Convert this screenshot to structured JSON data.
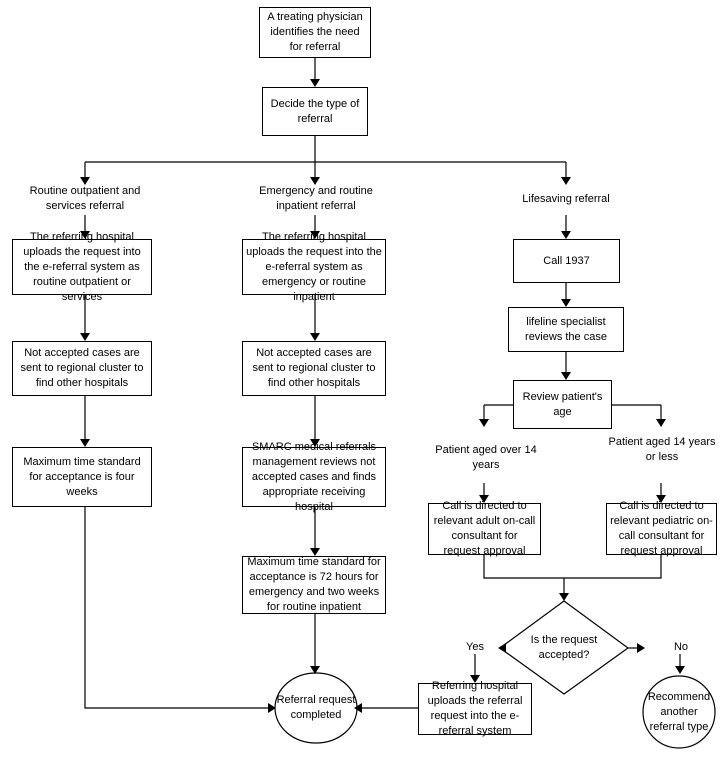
{
  "nodes": {
    "start": "A treating physician identifies the need for referral",
    "decide_type": "Decide the type of referral",
    "branch_routine": "Routine outpatient and services referral",
    "branch_emergency": "Emergency and routine inpatient referral",
    "branch_lifesaving": "Lifesaving referral",
    "routine_upload": "The referring hospital uploads the request into the e-referral system as routine outpatient or services",
    "routine_not_accepted": "Not accepted cases are sent to regional cluster to find other hospitals",
    "routine_max_time": "Maximum time standard for acceptance is four weeks",
    "emergency_upload": "The referring hospital uploads the request into the e-referral system as emergency or routine inpatient",
    "emergency_not_accepted": "Not accepted cases are sent to regional cluster to find other hospitals",
    "smarc_review": "SMARC medical referrals management reviews not accepted cases and finds appropriate receiving hospital",
    "emergency_max_time": "Maximum time standard for acceptance is 72 hours for emergency and two weeks for routine inpatient",
    "call_1937": "Call 1937",
    "lifeline_review": "lifeline specialist reviews the case",
    "review_age": "Review patient's age",
    "age_over_14": "Patient aged over 14 years",
    "age_14_or_less": "Patient aged 14 years or less",
    "adult_consultant": "Call is directed to relevant adult on-call consultant for request approval",
    "pediatric_consultant": "Call is directed to relevant pediatric on-call consultant for request approval",
    "decision_accepted": "Is the request accepted?",
    "yes_label": "Yes",
    "no_label": "No",
    "upload_ereferral": "Referring hospital uploads the referral request into the e-referral system",
    "completed": "Referral request completed",
    "recommend_other": "Recommend another referral type"
  }
}
